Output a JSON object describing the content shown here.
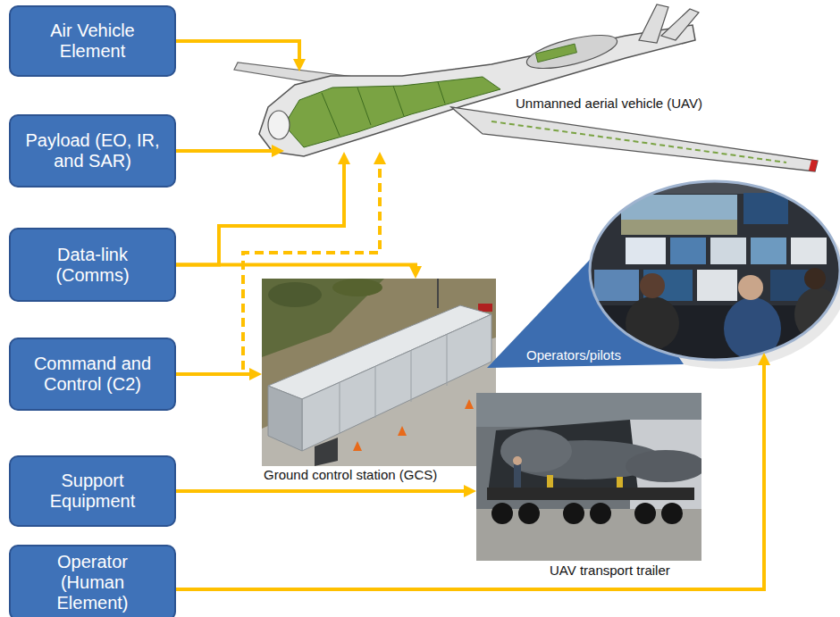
{
  "diagram": {
    "nodes": [
      {
        "text": [
          "Air Vehicle Element"
        ]
      },
      {
        "text": [
          "Payload (EO, IR, and SAR)"
        ]
      },
      {
        "text": [
          "Data-link (Comms)"
        ]
      },
      {
        "text": [
          "Command and Control (C2)"
        ]
      },
      {
        "text": [
          "Support Equipment"
        ]
      },
      {
        "text": [
          "Operator (Human Element)"
        ]
      },
      {
        "text": [
          "Unmanned aerial vehicle (UAV)"
        ]
      },
      {
        "text": [
          "Operators/pilots"
        ]
      },
      {
        "text": [
          "Ground control station (GCS)"
        ]
      },
      {
        "text": [
          "UAV transport trailer"
        ]
      }
    ],
    "edges": [
      {
        "from": 0,
        "to": 6,
        "arrow": "to"
      },
      {
        "from": 1,
        "to": 6,
        "arrow": "to"
      },
      {
        "from": 2,
        "to": 6,
        "arrow": "to"
      },
      {
        "from": 2,
        "to": 8,
        "arrow": "to"
      },
      {
        "from": 3,
        "to": 8,
        "arrow": "to"
      },
      {
        "from": 3,
        "to": 6,
        "arrow": "to"
      },
      {
        "from": 4,
        "to": 9,
        "arrow": "to"
      },
      {
        "from": 5,
        "to": 7,
        "arrow": "to"
      }
    ]
  }
}
